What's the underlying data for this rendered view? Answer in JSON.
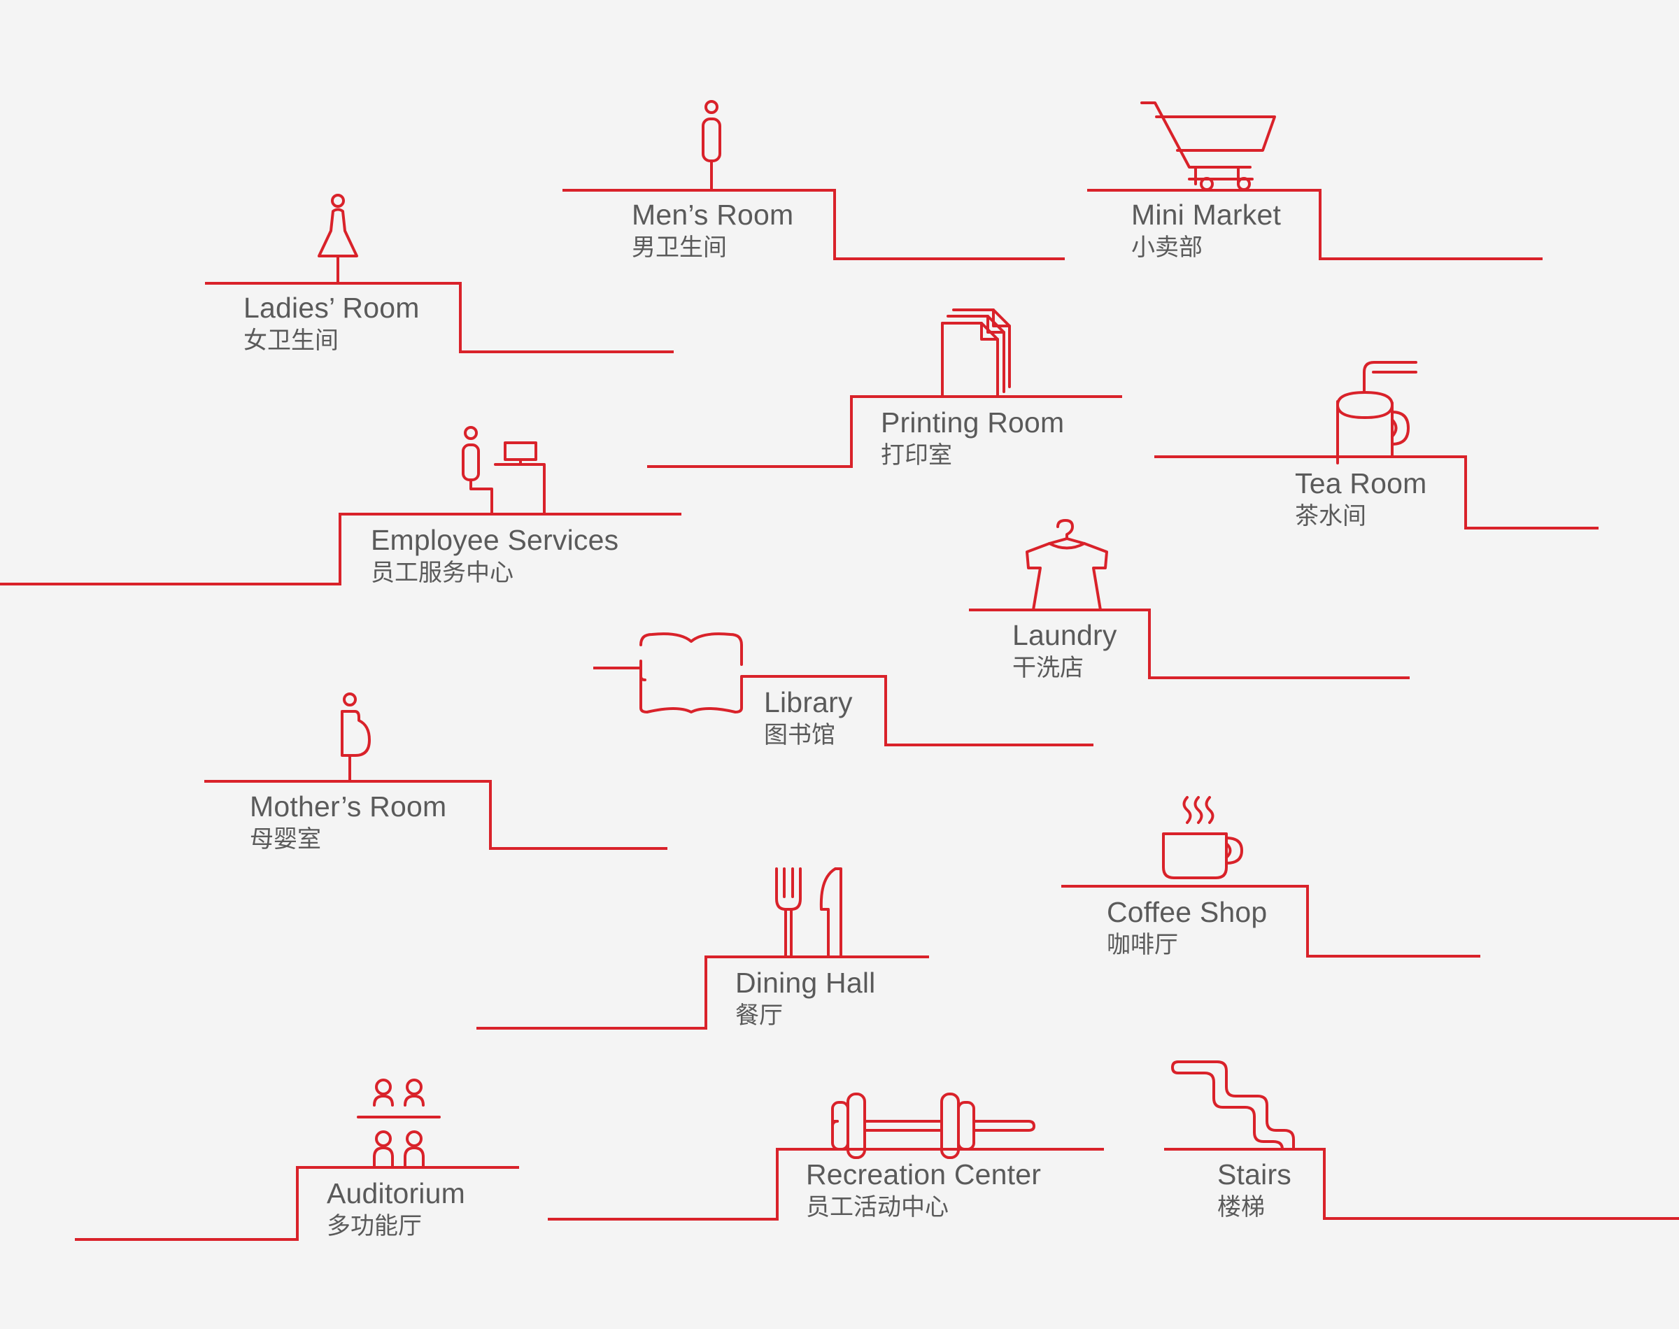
{
  "colors": {
    "background": "#f4f4f4",
    "line": "#d9222a",
    "text": "#5a5a5a"
  },
  "signs": [
    {
      "id": "ladies-room",
      "icon": "woman-icon",
      "en": "Ladies’ Room",
      "zh": "女卫生间"
    },
    {
      "id": "mens-room",
      "icon": "man-icon",
      "en": "Men’s Room",
      "zh": "男卫生间"
    },
    {
      "id": "mini-market",
      "icon": "shopping-cart-icon",
      "en": "Mini Market",
      "zh": "小卖部"
    },
    {
      "id": "printing-room",
      "icon": "documents-icon",
      "en": "Printing Room",
      "zh": "打印室"
    },
    {
      "id": "tea-room",
      "icon": "tea-mug-icon",
      "en": "Tea Room",
      "zh": "茶水间"
    },
    {
      "id": "employee-services",
      "icon": "service-desk-icon",
      "en": "Employee Services",
      "zh": "员工服务中心"
    },
    {
      "id": "laundry",
      "icon": "shirt-on-hanger-icon",
      "en": "Laundry",
      "zh": "干洗店"
    },
    {
      "id": "library",
      "icon": "open-book-icon",
      "en": "Library",
      "zh": "图书馆"
    },
    {
      "id": "mothers-room",
      "icon": "pregnant-woman-icon",
      "en": "Mother’s Room",
      "zh": "母婴室"
    },
    {
      "id": "coffee-shop",
      "icon": "coffee-cup-icon",
      "en": "Coffee Shop",
      "zh": "咖啡厅"
    },
    {
      "id": "dining-hall",
      "icon": "fork-knife-icon",
      "en": "Dining Hall",
      "zh": "餐厅"
    },
    {
      "id": "auditorium",
      "icon": "audience-icon",
      "en": "Auditorium",
      "zh": "多功能厅"
    },
    {
      "id": "recreation-center",
      "icon": "dumbbell-icon",
      "en": "Recreation Center",
      "zh": "员工活动中心"
    },
    {
      "id": "stairs",
      "icon": "stairs-icon",
      "en": "Stairs",
      "zh": "楼梯"
    }
  ]
}
